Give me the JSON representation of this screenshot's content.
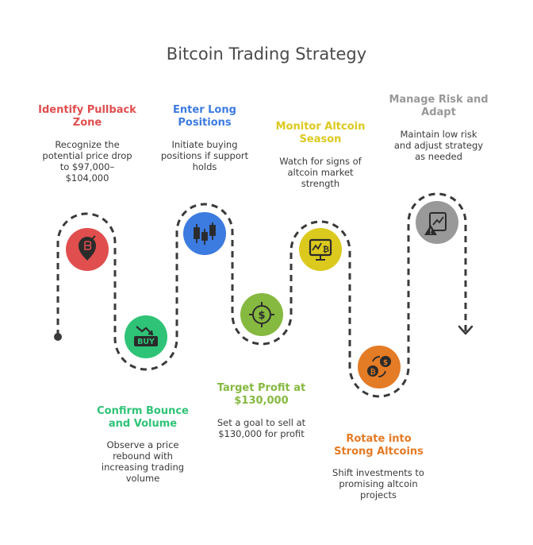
{
  "title": "Bitcoin Trading Strategy",
  "colors": {
    "red": "#e04e4e",
    "green": "#2fc377",
    "blue": "#3c7be0",
    "lime": "#86b940",
    "yellow": "#dcc91e",
    "orange": "#e47b25",
    "gray": "#999999",
    "path": "#3a3a3a"
  },
  "steps": [
    {
      "title_lines": [
        "Identify Pullback",
        "Zone"
      ],
      "desc_lines": [
        "Recognize the",
        "potential price drop",
        "to $97,000–",
        "$104,000"
      ],
      "icon": "bitcoin-location-pin-icon"
    },
    {
      "title_lines": [
        "Confirm Bounce",
        "and Volume"
      ],
      "desc_lines": [
        "Observe a price",
        "rebound with",
        "increasing trading",
        "volume"
      ],
      "icon": "buy-sign-icon",
      "icon_text": "BUY"
    },
    {
      "title_lines": [
        "Enter Long",
        "Positions"
      ],
      "desc_lines": [
        "Initiate buying",
        "positions if support",
        "holds"
      ],
      "icon": "candlestick-chart-icon"
    },
    {
      "title_lines": [
        "Target Profit at",
        "$130,000"
      ],
      "desc_lines": [
        "Set a goal to sell at",
        "$130,000 for profit"
      ],
      "icon": "dollar-target-icon"
    },
    {
      "title_lines": [
        "Monitor Altcoin",
        "Season"
      ],
      "desc_lines": [
        "Watch for signs of",
        "altcoin market",
        "strength"
      ],
      "icon": "bitcoin-monitor-icon"
    },
    {
      "title_lines": [
        "Rotate into",
        "Strong Altcoins"
      ],
      "desc_lines": [
        "Shift investments to",
        "promising altcoin",
        "projects"
      ],
      "icon": "coin-exchange-icon"
    },
    {
      "title_lines": [
        "Manage Risk and",
        "Adapt"
      ],
      "desc_lines": [
        "Maintain low risk",
        "and adjust strategy",
        "as needed"
      ],
      "icon": "risk-chart-icon"
    }
  ]
}
